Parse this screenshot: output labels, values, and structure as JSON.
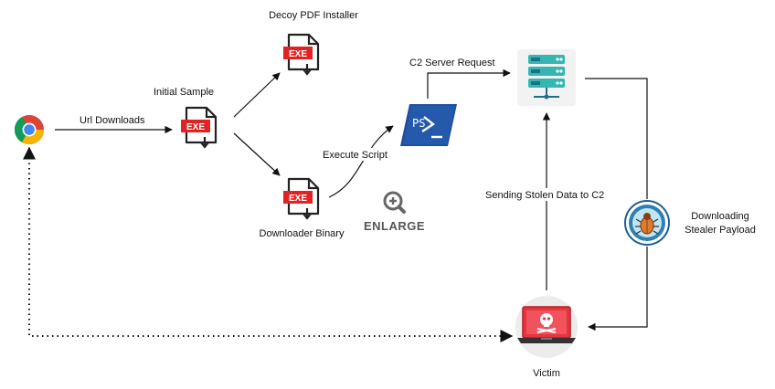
{
  "nodes": {
    "browser": {
      "icon": "chrome-browser-icon"
    },
    "initial_sample": {
      "label": "Initial Sample",
      "icon": "exe-file-icon",
      "badge": "EXE"
    },
    "decoy": {
      "label": "Decoy PDF Installer",
      "icon": "exe-file-icon",
      "badge": "EXE"
    },
    "downloader": {
      "label": "Downloader Binary",
      "icon": "exe-file-icon",
      "badge": "EXE"
    },
    "powershell": {
      "icon": "powershell-icon",
      "glyph": "PS"
    },
    "c2_server": {
      "icon": "server-icon"
    },
    "stealer": {
      "icon": "bug-shield-icon",
      "label_line1": "Downloading",
      "label_line2": "Stealer Payload"
    },
    "victim": {
      "label": "Victim",
      "icon": "infected-laptop-icon"
    }
  },
  "edges": {
    "url_downloads": "Url Downloads",
    "execute_script": "Execute Script",
    "c2_request": "C2 Server Request",
    "sending_data": "Sending Stolen Data to C2"
  },
  "enlarge": {
    "label": "ENLARGE",
    "icon": "zoom-in-icon"
  },
  "colors": {
    "exe_red": "#e02424",
    "powershell_blue": "#1f4f9c",
    "server_teal": "#36b6b0",
    "server_dark": "#1f6f8b",
    "victim_red": "#e8343f",
    "stealer_blue": "#2f7fb3",
    "edge": "#111111"
  }
}
